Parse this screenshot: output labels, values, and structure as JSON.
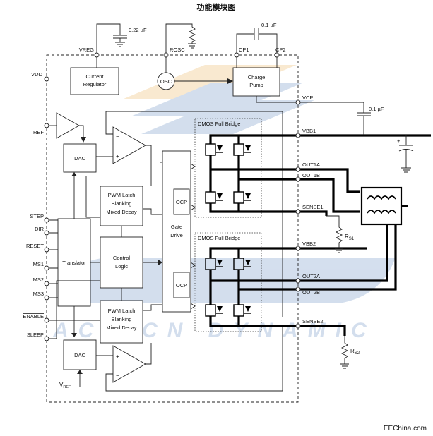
{
  "title": "功能模块图",
  "footer": "EEChina.com",
  "watermark": {
    "brand_text": "ACTICN DYNAMIC",
    "logo_color": "#3a6fb0",
    "accent_color": "#e8a030"
  },
  "blocks": {
    "current_regulator": [
      "Current",
      "Regulator"
    ],
    "osc": "OSC",
    "charge_pump": [
      "Charge",
      "Pump"
    ],
    "dac_top": "DAC",
    "dac_bottom": "DAC",
    "pwm_latch_top": [
      "PWM Latch",
      "Blanking",
      "Mixed Decay"
    ],
    "pwm_latch_bottom": [
      "PWM Latch",
      "Blanking",
      "Mixed Decay"
    ],
    "control_logic": [
      "Control",
      "Logic"
    ],
    "translator": "Translator",
    "gate_drive": [
      "Gate",
      "Drive"
    ],
    "ocp_top": "OCP",
    "ocp_bottom": "OCP",
    "dmos_top": "DMOS Full Bridge",
    "dmos_bottom": "DMOS Full Bridge"
  },
  "pins_left": {
    "vdd": "VDD",
    "ref": "REF",
    "step": "STEP",
    "dir": "DIR",
    "reset": "RESET",
    "ms1": "MS1",
    "ms2": "MS2",
    "ms3": "MS3",
    "enable": "ENABLE",
    "sleep": "SLEEP",
    "vref_main": "V",
    "vref_sub": "REF"
  },
  "pins_top": {
    "vreg": "VREG",
    "rosc": "ROSC",
    "cp1": "CP1",
    "cp2": "CP2"
  },
  "pins_right": {
    "vcp": "VCP",
    "vbb1": "VBB1",
    "out1a": "OUT1A",
    "out1b": "OUT1B",
    "sense1": "SENSE1",
    "vbb2": "VBB2",
    "out2a": "OUT2A",
    "out2b": "OUT2B",
    "sense2": "SENSE2"
  },
  "components": {
    "cap_vreg": "0.22 µF",
    "cap_cp": "0.1 µF",
    "cap_vcp": "0.1 µF",
    "rs1_main": "R",
    "rs1_sub": "S1",
    "rs2_main": "R",
    "rs2_sub": "S2"
  }
}
